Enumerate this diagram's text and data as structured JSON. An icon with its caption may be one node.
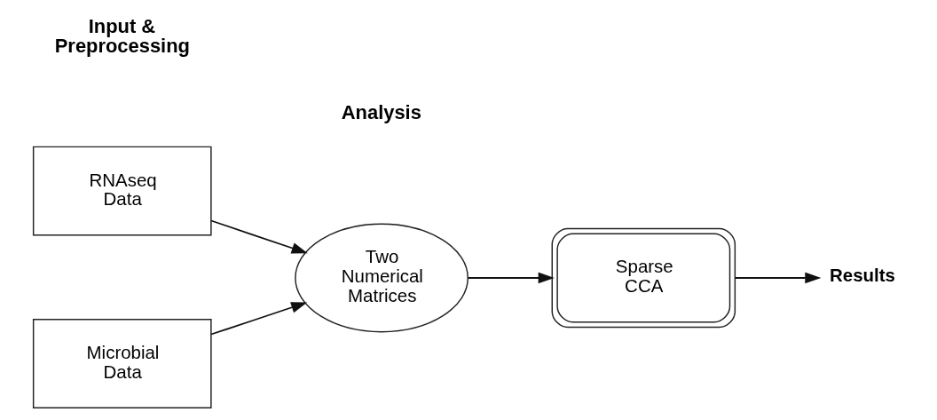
{
  "diagram": {
    "nodes": [
      {
        "text": [
          "RNAseq Data"
        ]
      },
      {
        "text": [
          "Microbial Data"
        ]
      },
      {
        "text": [
          "Two Numerical Matrices"
        ]
      },
      {
        "text": [
          "Sparse CCA"
        ]
      },
      {
        "text": [
          "Results"
        ]
      }
    ],
    "edges": [
      {
        "from": 0,
        "to": 2,
        "arrow": "to"
      },
      {
        "from": 1,
        "to": 2,
        "arrow": "to"
      },
      {
        "from": 2,
        "to": 3,
        "arrow": "to"
      },
      {
        "from": 3,
        "to": 4,
        "arrow": "to"
      }
    ],
    "labels": [
      "Input & Preprocessing",
      "Analysis"
    ]
  }
}
